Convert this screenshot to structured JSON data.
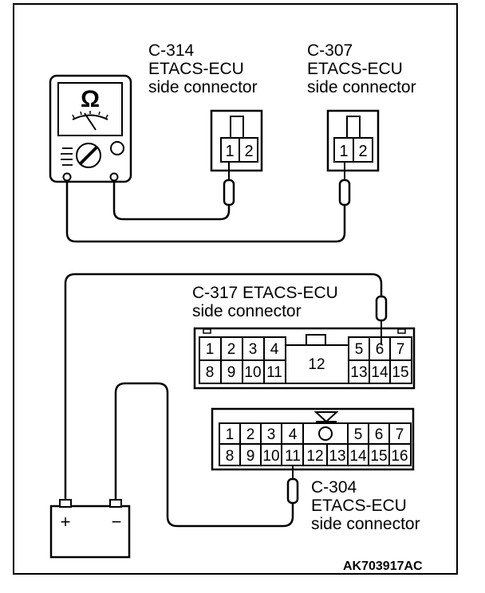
{
  "connectors": {
    "c314": {
      "code": "C-314",
      "name": "ETACS-ECU",
      "side": "side connector",
      "pins": [
        "1",
        "2"
      ]
    },
    "c307": {
      "code": "C-307",
      "name": "ETACS-ECU",
      "side": "side connector",
      "pins": [
        "1",
        "2"
      ]
    },
    "c317": {
      "title": "C-317 ETACS-ECU",
      "side": "side connector",
      "top_left": [
        "1",
        "2",
        "3",
        "4"
      ],
      "top_right": [
        "5",
        "6",
        "7"
      ],
      "bottom_left": [
        "8",
        "9",
        "10",
        "11"
      ],
      "bottom_right": [
        "13",
        "14",
        "15"
      ],
      "center": "12"
    },
    "c304": {
      "code": "C-304",
      "name": "ETACS-ECU",
      "side": "side connector",
      "top_left": [
        "1",
        "2",
        "3",
        "4"
      ],
      "top_right": [
        "5",
        "6",
        "7"
      ],
      "bottom": [
        "8",
        "9",
        "10",
        "11",
        "12",
        "13",
        "14",
        "15",
        "16"
      ]
    }
  },
  "meter": {
    "symbol": "Ω"
  },
  "battery": {
    "plus": "+",
    "minus": "−"
  },
  "figure_code": "AK703917AC"
}
